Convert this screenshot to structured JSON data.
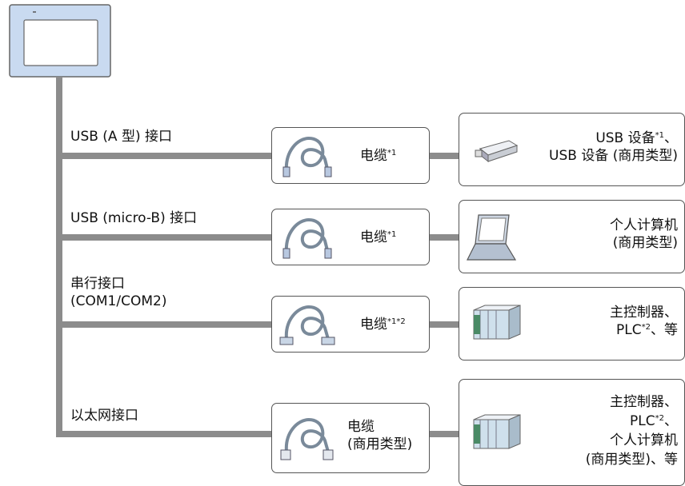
{
  "ports": [
    {
      "label": "USB (A 型) 接口",
      "cable": "电缆",
      "cable_note": "*1",
      "device_lines": [
        {
          "text": "USB 设备",
          "sup": "*1",
          "tail": "、"
        },
        {
          "text": "USB 设备 (商用类型)",
          "sup": "",
          "tail": ""
        }
      ],
      "cable_icon": "usb-cable-icon",
      "device_icon": "usb-stick-icon"
    },
    {
      "label": "USB (micro-B) 接口",
      "cable": "电缆",
      "cable_note": "*1",
      "device_lines": [
        {
          "text": "个人计算机",
          "sup": "",
          "tail": ""
        },
        {
          "text": "(商用类型)",
          "sup": "",
          "tail": ""
        }
      ],
      "cable_icon": "usb-cable-icon",
      "device_icon": "laptop-icon"
    },
    {
      "label_lines": [
        "串行接口",
        "(COM1/COM2)"
      ],
      "cable": "电缆",
      "cable_note": "*1*2",
      "device_lines": [
        {
          "text": "主控制器、",
          "sup": "",
          "tail": ""
        },
        {
          "text": "PLC",
          "sup": "*2",
          "tail": "、等"
        }
      ],
      "cable_icon": "serial-cable-icon",
      "device_icon": "plc-icon"
    },
    {
      "label": "以太网接口",
      "cable_lines": [
        "电缆",
        "(商用类型)"
      ],
      "device_lines": [
        {
          "text": "主控制器、",
          "sup": "",
          "tail": ""
        },
        {
          "text": "PLC",
          "sup": "*2",
          "tail": "、"
        },
        {
          "text": "个人计算机",
          "sup": "",
          "tail": ""
        },
        {
          "text": "(商用类型)、等",
          "sup": "",
          "tail": ""
        }
      ],
      "cable_icon": "ethernet-cable-icon",
      "device_icon": "plc-icon"
    }
  ]
}
